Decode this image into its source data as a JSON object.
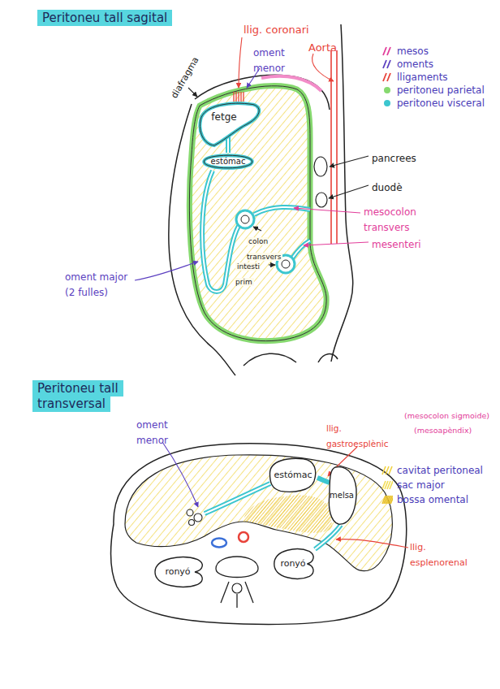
{
  "diagram": {
    "title": "Peritoneu tall sagital",
    "nodes": [
      {
        "text": [
          "fetge"
        ]
      },
      {
        "text": [
          "estómac"
        ]
      },
      {
        "text": [
          "estómac"
        ]
      },
      {
        "text": [
          "melsa"
        ]
      },
      {
        "text": [
          "ronyó"
        ]
      },
      {
        "text": [
          "ronyó"
        ]
      }
    ],
    "labels": [
      "llig. coronari",
      "oment menor",
      "diafragma",
      "Aorta",
      "pancrees",
      "duodè",
      "mesocolon transvers",
      "mesenteri",
      "colon transvers",
      "intesti prim",
      "oment major (2 fulles)",
      "Peritoneu tall transversal",
      "oment menor",
      "llig. gastroesplènic",
      "(mesocolon sigmoide)",
      "(mesoapèndix)",
      "llig. esplenorenal"
    ],
    "legend": [
      {
        "text": "mesos",
        "color": "#e23d9a"
      },
      {
        "text": "oments",
        "color": "#5b3fc0"
      },
      {
        "text": "lligaments",
        "color": "#e8433a"
      },
      {
        "text": "peritoneu parietal",
        "color": "#86d96f"
      },
      {
        "text": "peritoneu visceral",
        "color": "#3cc6cf"
      },
      {
        "text": "cavitat peritoneal",
        "color": "#f0d040"
      },
      {
        "text": "sac major",
        "color": "#f2dd55"
      },
      {
        "text": "bossa omental",
        "color": "#e9c22c"
      }
    ]
  }
}
